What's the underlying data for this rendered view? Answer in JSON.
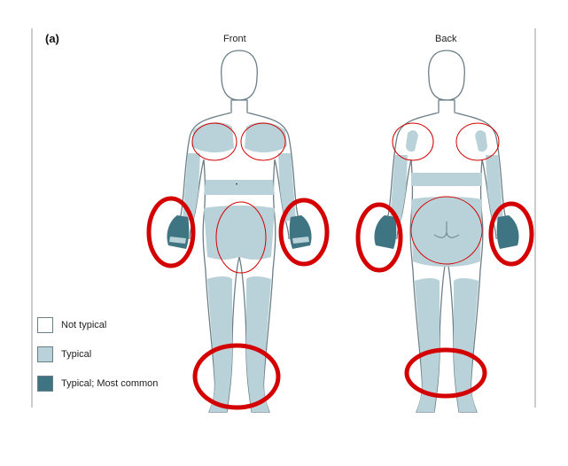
{
  "figure": {
    "panel_label": "(a)",
    "front_title": "Front",
    "back_title": "Back"
  },
  "legend": [
    {
      "label": "Not typical",
      "color": "#ffffff"
    },
    {
      "label": "Typical",
      "color": "#b9d1d8"
    },
    {
      "label": "Typical; Most common",
      "color": "#3f7582"
    }
  ],
  "colors": {
    "outline": "#6b7f86",
    "typical": "#b9d1d8",
    "most_common": "#3f7582",
    "circle": "#d40000",
    "frame": "#999999"
  }
}
